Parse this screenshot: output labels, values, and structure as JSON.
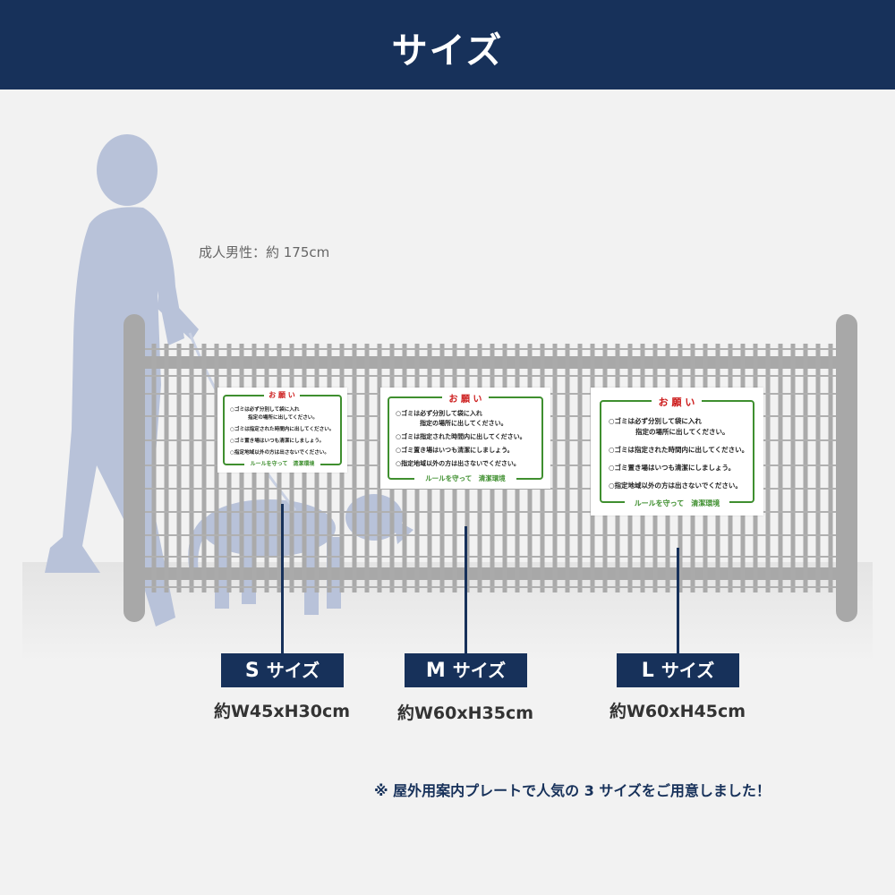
{
  "header": {
    "title": "サイズ"
  },
  "person_height_label": "成人男性：約 175cm",
  "sign_text": {
    "title": "お 願 い",
    "lines": [
      "○ゴミは必ず分別して袋に入れ",
      "指定の場所に出してください。",
      "○ゴミは指定された時間内に出してください。",
      "○ゴミ置き場はいつも清潔にしましょう。",
      "○指定地域以外の方は出さないでください。"
    ],
    "footer": "ルールを守って　清潔環境"
  },
  "sizes": [
    {
      "letter": "S",
      "label": "サイズ",
      "dimensions": "約W45xH30cm"
    },
    {
      "letter": "M",
      "label": "サイズ",
      "dimensions": "約W60xH35cm"
    },
    {
      "letter": "L",
      "label": "サイズ",
      "dimensions": "約W60xH45cm"
    }
  ],
  "note": "※ 屋外用案内プレートで人気の 3 サイズをご用意しました！",
  "colors": {
    "navy": "#17315a",
    "sign_green": "#3f8f2f",
    "sign_red": "#cc1a1a",
    "silhouette": "#b8c2d9",
    "fence": "#a8a8a8"
  }
}
